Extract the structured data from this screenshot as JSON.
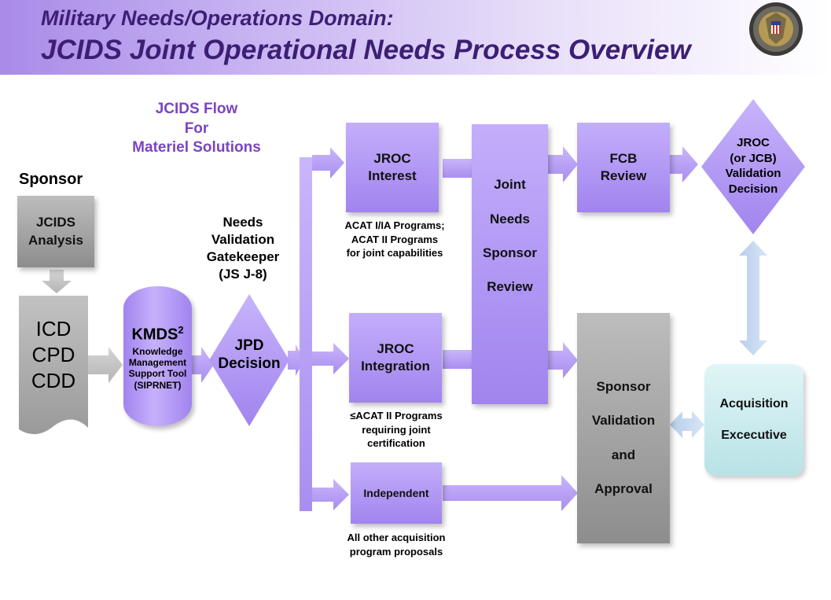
{
  "header": {
    "title_line1": "Military Needs/Operations Domain:",
    "title_line2": "JCIDS Joint Operational Needs Process Overview"
  },
  "flow_label": {
    "line1": "JCIDS Flow",
    "line2": "For",
    "line3": "Materiel Solutions"
  },
  "sponsor": {
    "heading": "Sponsor",
    "analysis_line1": "JCIDS",
    "analysis_line2": "Analysis",
    "docs": [
      "ICD",
      "CPD",
      "CDD"
    ]
  },
  "kmds": {
    "name": "KMDS",
    "superscript": "2",
    "desc_line1": "Knowledge",
    "desc_line2": "Management",
    "desc_line3": "Support Tool",
    "desc_line4": "(SIPRNET)"
  },
  "gatekeeper": {
    "line1": "Needs",
    "line2": "Validation",
    "line3": "Gatekeeper",
    "line4": "(JS J-8)"
  },
  "jpd": {
    "line1": "JPD",
    "line2": "Decision"
  },
  "jroc_interest": {
    "line1": "JROC",
    "line2": "Interest",
    "note_line1": "ACAT I/IA Programs;",
    "note_line2": "ACAT II Programs",
    "note_line3": "for joint capabilities"
  },
  "jroc_integration": {
    "line1": "JROC",
    "line2": "Integration",
    "note_line1": "≤ACAT II Programs",
    "note_line2": "requiring joint",
    "note_line3": "certification"
  },
  "independent": {
    "label": "Independent",
    "note_line1": "All other acquisition",
    "note_line2": "program proposals"
  },
  "joint_review": {
    "line1": "Joint",
    "line2": "Needs",
    "line3": "Sponsor",
    "line4": "Review"
  },
  "fcb": {
    "line1": "FCB",
    "line2": "Review"
  },
  "jroc_validation": {
    "line1": "JROC",
    "line2": "(or JCB)",
    "line3": "Validation",
    "line4": "Decision"
  },
  "sponsor_validation": {
    "line1": "Sponsor",
    "line2": "Validation",
    "line3": "and",
    "line4": "Approval"
  },
  "acquisition": {
    "line1": "Acquisition",
    "line2": "Excecutive"
  },
  "colors": {
    "title": "#3c1f74",
    "flow_label": "#7a44c2",
    "box_purple": "#b29bf5",
    "box_gray": "#a3a3a3",
    "acquisition_teal": "#c9ecee",
    "arrow_gray": "#c4c4c4",
    "arrow_purple": "#b7a0f2",
    "arrow_blue": "#c6dcf2"
  }
}
